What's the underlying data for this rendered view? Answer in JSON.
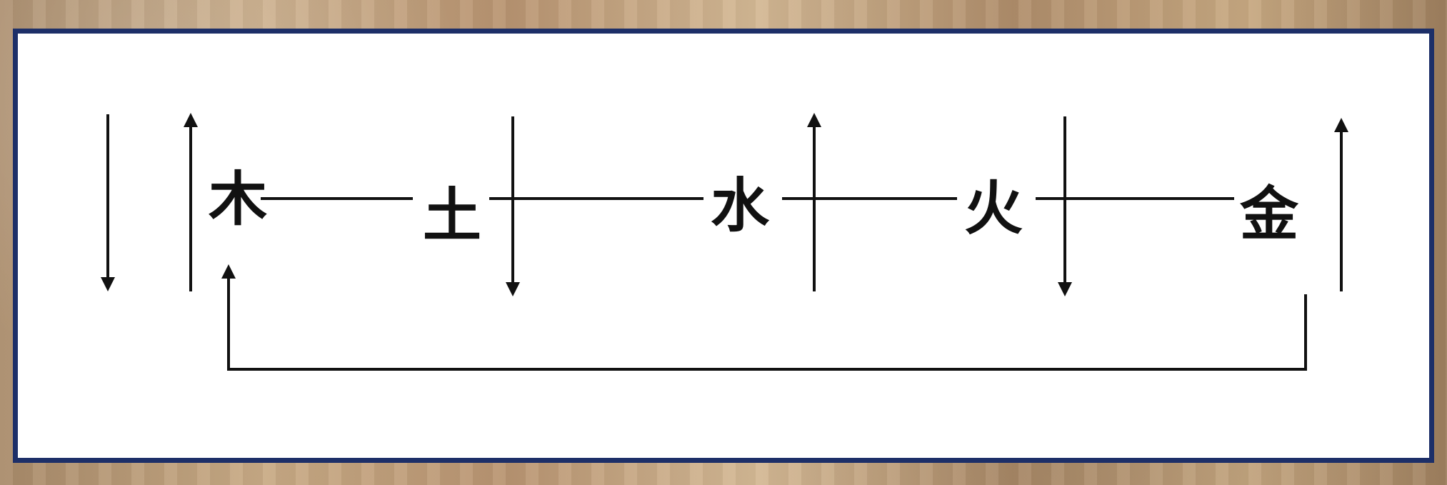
{
  "diagram": {
    "nodes": [
      {
        "id": "wood",
        "label": "木"
      },
      {
        "id": "earth",
        "label": "土"
      },
      {
        "id": "water",
        "label": "水"
      },
      {
        "id": "fire",
        "label": "火"
      },
      {
        "id": "metal",
        "label": "金"
      }
    ],
    "connectors": [
      {
        "from": "wood",
        "to": "earth",
        "type": "horizontal-line"
      },
      {
        "from": "earth",
        "to": "water",
        "type": "horizontal-line"
      },
      {
        "from": "water",
        "to": "fire",
        "type": "horizontal-line"
      },
      {
        "from": "fire",
        "to": "metal",
        "type": "horizontal-line"
      },
      {
        "from": "metal",
        "to": "wood",
        "type": "feedback-loop-arrow"
      }
    ],
    "vertical_arrows": [
      {
        "name": "left-edge-arrow",
        "direction": "down"
      },
      {
        "name": "before-wood-arrow",
        "direction": "up"
      },
      {
        "name": "earth-arrow",
        "direction": "down"
      },
      {
        "name": "water-arrow",
        "direction": "up"
      },
      {
        "name": "fire-arrow",
        "direction": "down"
      },
      {
        "name": "metal-arrow",
        "direction": "up"
      }
    ]
  },
  "colors": {
    "frame": "#1d2f68",
    "ink": "#111111"
  }
}
